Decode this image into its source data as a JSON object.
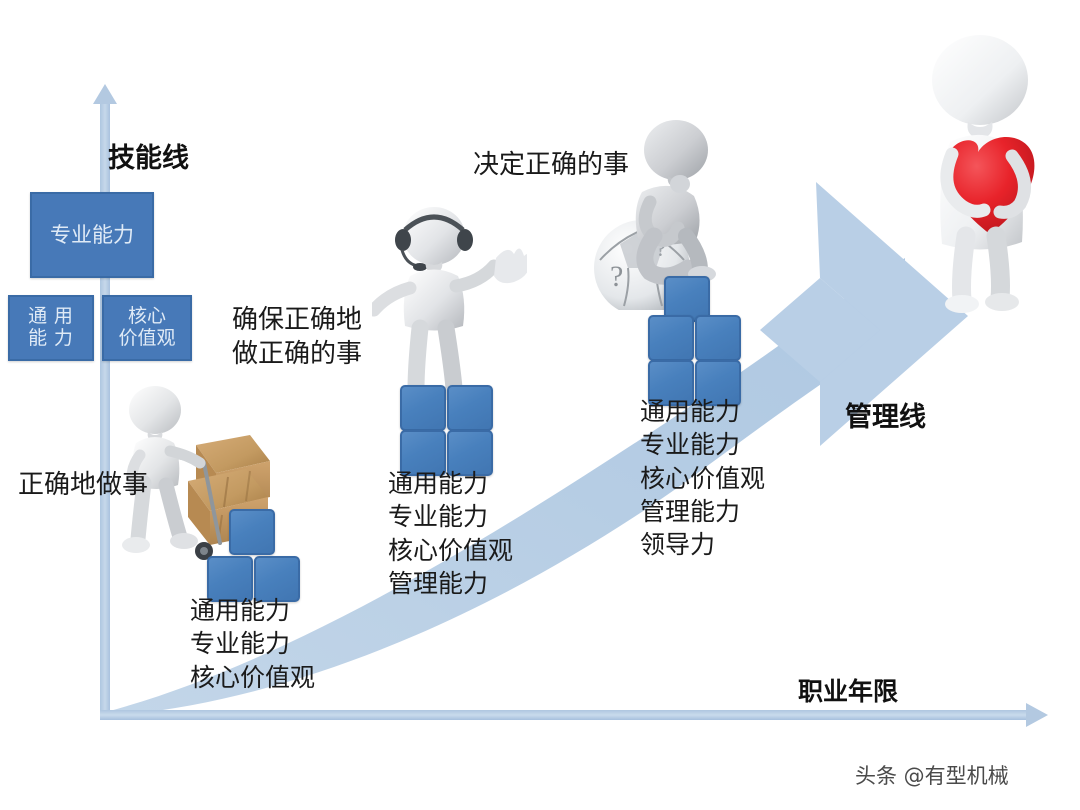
{
  "axes": {
    "vertical_label": "技能线",
    "horizontal_label": "职业年限",
    "management_line_label": "管理线"
  },
  "competence_boxes": [
    {
      "id": "professional",
      "label": "专业能力"
    },
    {
      "id": "general",
      "label": "通 用\n能  力"
    },
    {
      "id": "core",
      "label": "核心\n价值观"
    }
  ],
  "stages": [
    {
      "id": "stage-1",
      "caption": "正确地做事",
      "cube_count": 3,
      "competences": "通用能力\n专业能力\n核心价值观",
      "figure": "worker-pushing-boxes-figure"
    },
    {
      "id": "stage-2",
      "caption": "确保正确地\n做正确的事",
      "cube_count": 4,
      "competences": "通用能力\n专业能力\n核心价值观\n管理能力",
      "figure": "headset-presenter-figure"
    },
    {
      "id": "stage-3",
      "caption": "决定正确的事",
      "cube_count": 5,
      "competences": "通用能力\n专业能力\n核心价值观\n管理能力\n领导力",
      "figure": "thinker-on-ball-figure"
    },
    {
      "id": "stage-4",
      "caption": "",
      "cube_count": 0,
      "competences": "",
      "figure": "figure-holding-red-heart"
    }
  ],
  "watermark": "头条 @有型机械",
  "colors": {
    "box_fill": "#4779b8",
    "box_border": "#3a6ba6",
    "box_text": "#dfeaf6",
    "band_fill": "#b8cfe5",
    "axis_fill": "#b3c9e1",
    "heart_red": "#e8232a",
    "text": "#1a1a1a"
  },
  "icons": {
    "vertical_axis": "arrow-up-icon",
    "horizontal_axis": "arrow-right-icon",
    "growth_band": "curved-growth-arrow-icon",
    "cube": "blue-cube-icon",
    "heart": "red-heart-icon"
  }
}
